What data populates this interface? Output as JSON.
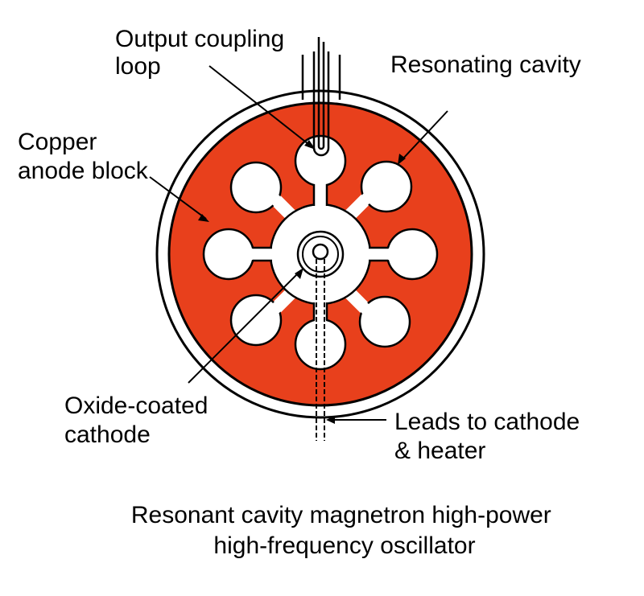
{
  "colors": {
    "anode": "#e8401c",
    "line": "#000000",
    "background": "#ffffff"
  },
  "labels": {
    "output_loop": [
      "Output coupling",
      "loop"
    ],
    "resonating_cavity": [
      "Resonating cavity"
    ],
    "anode_block": [
      "Copper",
      "anode block"
    ],
    "cathode": [
      "Oxide-coated",
      "cathode"
    ],
    "leads": [
      "Leads to cathode",
      "& heater"
    ]
  },
  "caption": [
    "Resonant cavity magnetron high-power",
    "high-frequency oscillator"
  ]
}
